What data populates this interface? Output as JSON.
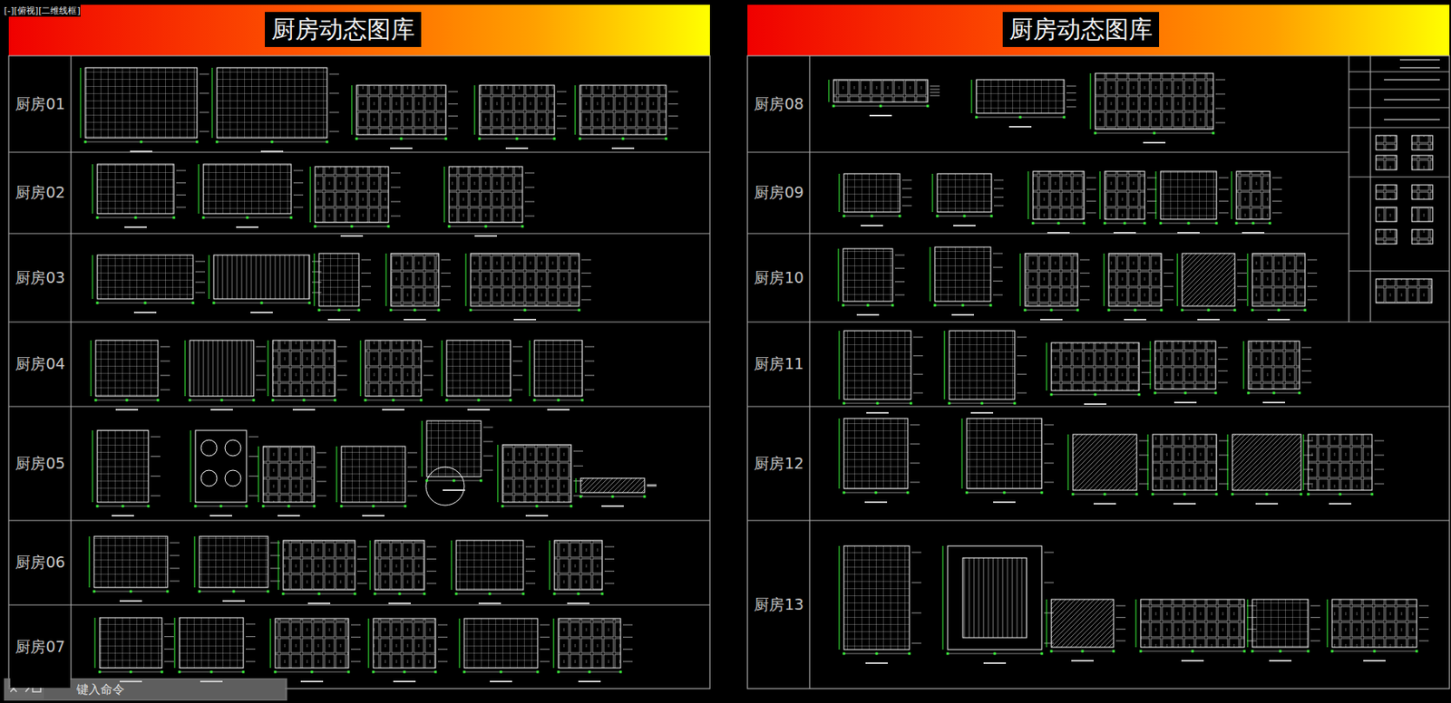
{
  "diagram": {
    "nodes": [
      {
        "text": [
          "厨房动态图库"
        ]
      },
      {
        "text": [
          "厨房动态图库"
        ]
      },
      {
        "text": [
          "厨房01"
        ]
      },
      {
        "text": [
          "厨房02"
        ]
      },
      {
        "text": [
          "厨房03"
        ]
      },
      {
        "text": [
          "厨房04"
        ]
      },
      {
        "text": [
          "厨房05"
        ]
      },
      {
        "text": [
          "厨房06"
        ]
      },
      {
        "text": [
          "厨房07"
        ]
      },
      {
        "text": [
          "厨房08"
        ]
      },
      {
        "text": [
          "厨房09"
        ]
      },
      {
        "text": [
          "厨房10"
        ]
      },
      {
        "text": [
          "厨房11"
        ]
      },
      {
        "text": [
          "厨房12"
        ]
      },
      {
        "text": [
          "厨房13"
        ]
      }
    ],
    "labels": [
      "[-][俯视][二维线框]",
      "键入命令"
    ]
  }
}
